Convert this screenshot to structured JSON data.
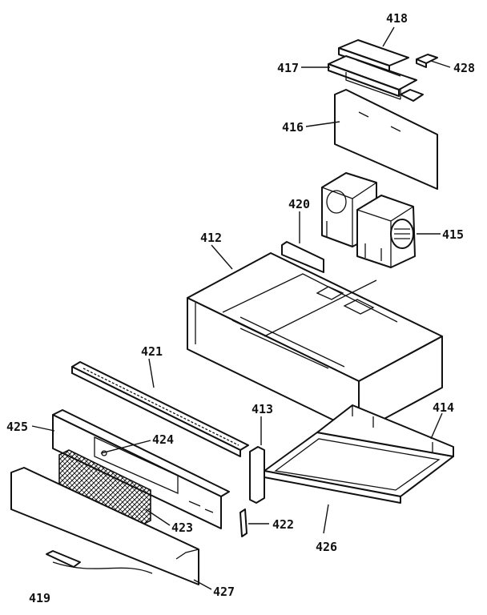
{
  "diagram": {
    "part_numbers": {
      "p412": "412",
      "p413": "413",
      "p414": "414",
      "p415": "415",
      "p416": "416",
      "p417": "417",
      "p418": "418",
      "p419": "419",
      "p420": "420",
      "p421": "421",
      "p422": "422",
      "p423": "423",
      "p424": "424",
      "p425": "425",
      "p426": "426",
      "p427": "427",
      "p428": "428"
    }
  }
}
